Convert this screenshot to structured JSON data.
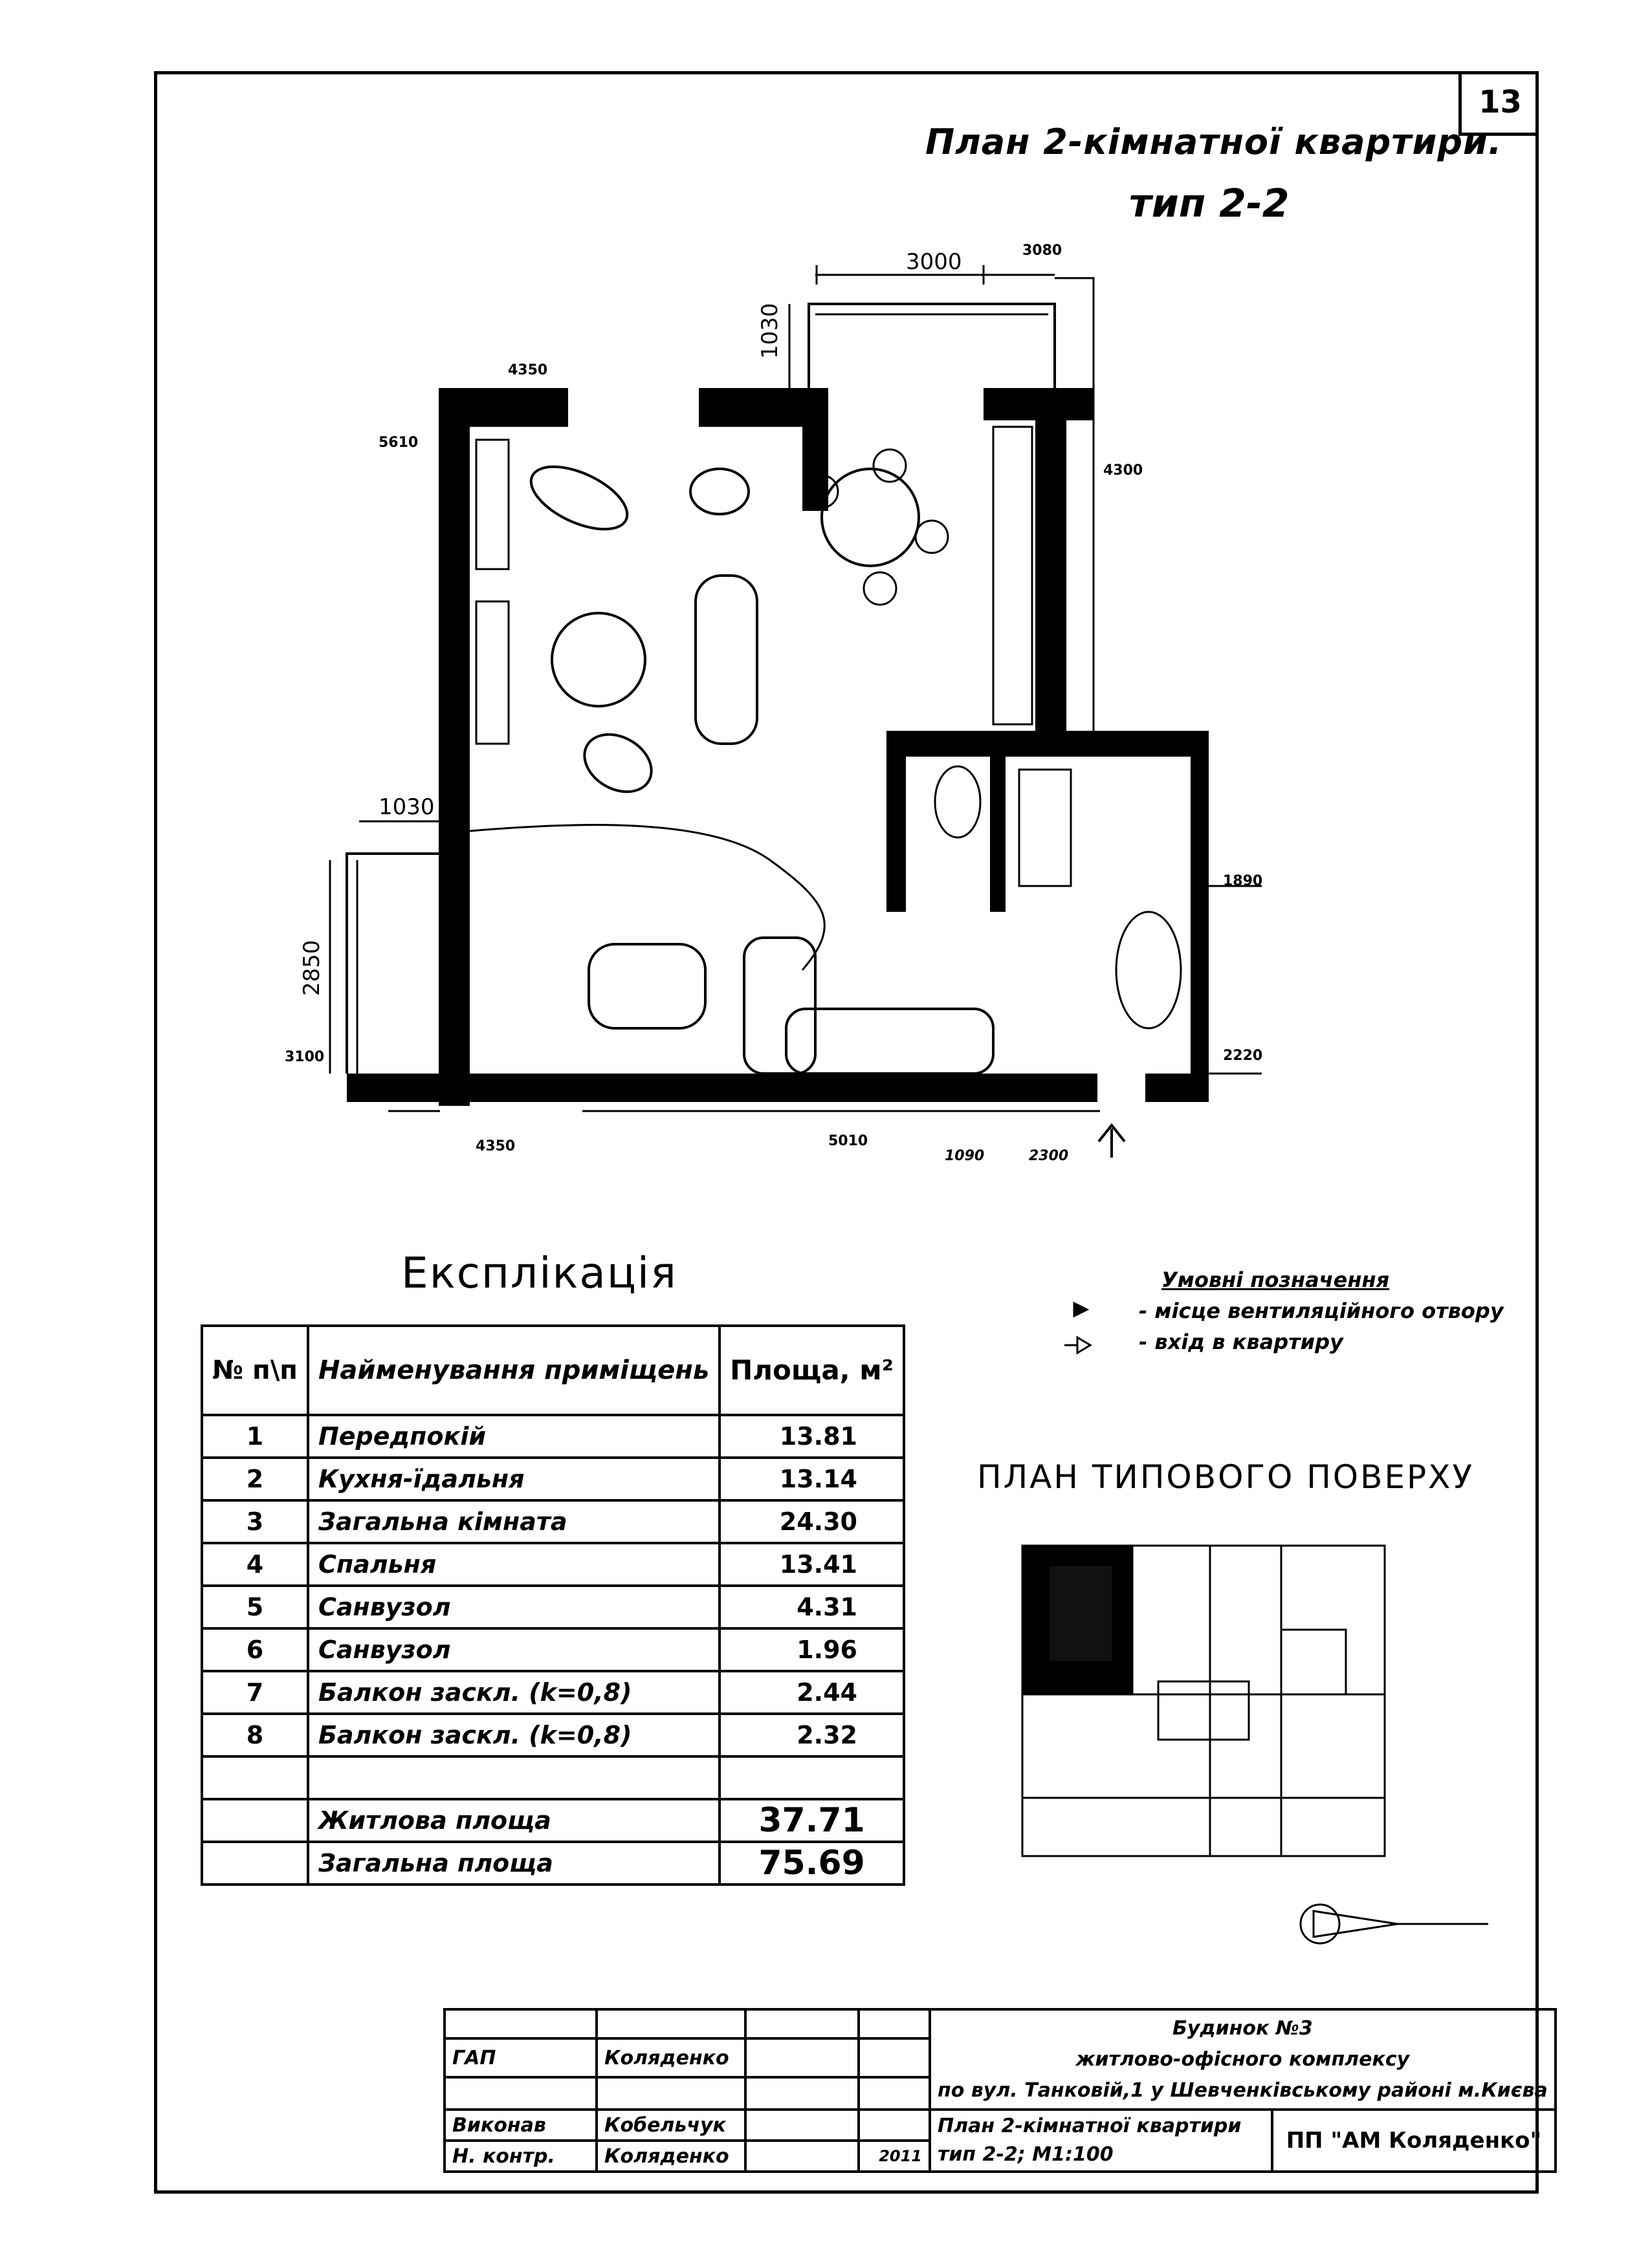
{
  "page_number": "13",
  "title": "План 2-кімнатної квартири.",
  "subtitle": "тип 2-2",
  "dimensions": {
    "top_3000": "3000",
    "top_3080": "3080",
    "left_1030": "1030",
    "top_4350": "4350",
    "left_5610": "5610",
    "right_4300": "4300",
    "balcony_1030": "1030",
    "left_2850": "2850",
    "left_3100": "3100",
    "right_1890": "1890",
    "right_2220": "2220",
    "bottom_4350": "4350",
    "bottom_5010": "5010",
    "bottom_1090": "1090",
    "bottom_2300": "2300"
  },
  "explication": {
    "title": "Експлікація",
    "header_num": "№ п\\п",
    "header_name": "Найменування приміщень",
    "header_area": "Площа, м²",
    "rows": [
      {
        "num": "1",
        "name": "Передпокій",
        "area": "13.81"
      },
      {
        "num": "2",
        "name": "Кухня-їдальня",
        "area": "13.14"
      },
      {
        "num": "3",
        "name": "Загальна кімната",
        "area": "24.30"
      },
      {
        "num": "4",
        "name": "Спальня",
        "area": "13.41"
      },
      {
        "num": "5",
        "name": "Санвузол",
        "area": "4.31"
      },
      {
        "num": "6",
        "name": "Санвузол",
        "area": "1.96"
      },
      {
        "num": "7",
        "name": "Балкон заскл. (k=0,8)",
        "area": "2.44"
      },
      {
        "num": "8",
        "name": "Балкон заскл. (k=0,8)",
        "area": "2.32"
      }
    ],
    "living_label": "Житлова площа",
    "living_value": "37.71",
    "total_label": "Загальна площа",
    "total_value": "75.69"
  },
  "legend": {
    "title": "Умовні позначення",
    "vent_label": "- місце вентиляційного отвору",
    "entry_label": "- вхід в квартиру"
  },
  "floor_plan_title": "ПЛАН ТИПОВОГО ПОВЕРХУ",
  "stamp": {
    "gap_label": "ГАП",
    "gap_name": "Коляденко",
    "vykonav_label": "Виконав",
    "vykonav_name": "Кобельчук",
    "nkontr_label": "Н. контр.",
    "nkontr_name": "Коляденко",
    "year": "2011",
    "project_line1": "Будинок №3",
    "project_line2": "житлово-офісного комплексу",
    "project_line3": "по вул. Танковій,1 у Шевченківському районі м.Києва",
    "sheet_line1": "План 2-кімнатної квартири",
    "sheet_line2": "тип 2-2;    М1:100",
    "company": "ПП \"АМ Коляденко\""
  }
}
